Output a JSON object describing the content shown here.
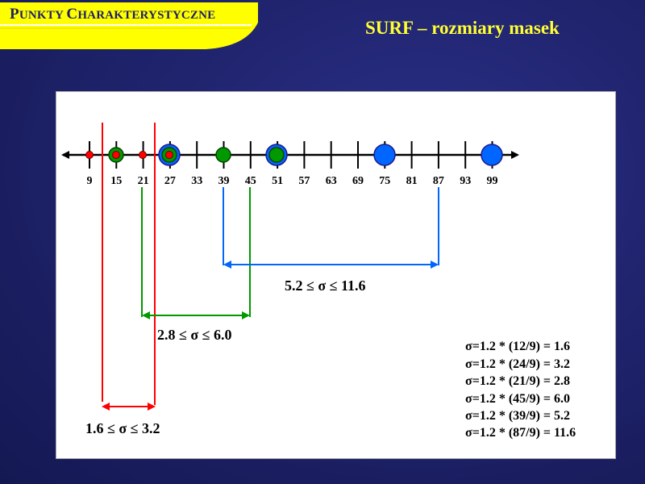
{
  "header": {
    "title_first_letter_1": "P",
    "title_rest_1": "UNKTY ",
    "title_first_letter_2": "C",
    "title_rest_2": "HARAKTERYSTYCZNE"
  },
  "slide_title": "SURF – rozmiary masek",
  "scale": {
    "ticks": [
      "9",
      "15",
      "21",
      "27",
      "33",
      "39",
      "45",
      "51",
      "57",
      "63",
      "69",
      "75",
      "81",
      "87",
      "93",
      "99"
    ]
  },
  "ranges": [
    {
      "label": "1.6 ≤ σ  ≤ 3.2",
      "color": "#ff0000"
    },
    {
      "label": "2.8 ≤ σ  ≤ 6.0",
      "color": "#009900"
    },
    {
      "label": "5.2 ≤ σ  ≤ 11.6",
      "color": "#0066ff"
    }
  ],
  "formulas": [
    "σ=1.2 * (12/9) = 1.6",
    "σ=1.2 * (24/9) = 3.2",
    "σ=1.2 * (21/9) = 2.8",
    "σ=1.2 * (45/9) = 6.0",
    "σ=1.2 * (39/9) = 5.2",
    "σ=1.2 * (87/9) = 11.6"
  ],
  "colors": {
    "red": "#ff0000",
    "green": "#009900",
    "blue": "#0066ff",
    "title_yellow": "#ffff33",
    "banner_yellow": "#ffff00"
  }
}
